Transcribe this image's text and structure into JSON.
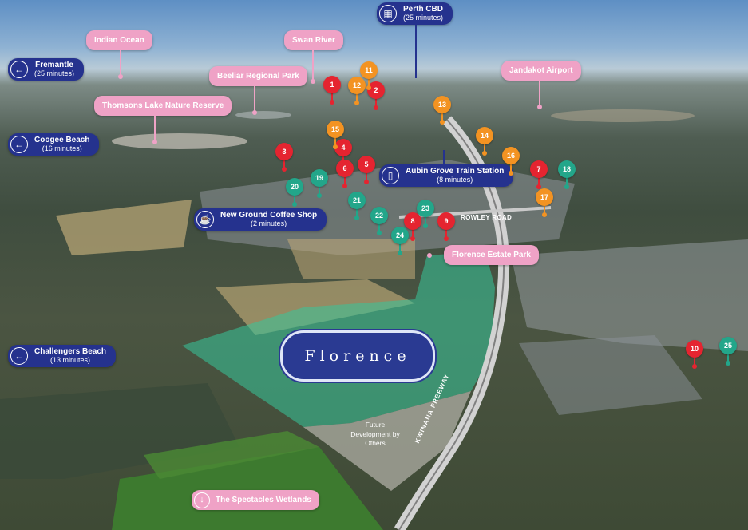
{
  "region": "Florence",
  "future_development": "Future Development by Others",
  "roads": {
    "rowley": "ROWLEY ROAD",
    "kwinana": "KWINANA FREEWAY"
  },
  "places": {
    "indian_ocean": "Indian Ocean",
    "swan_river": "Swan River",
    "beeliar": "Beeliar Regional Park",
    "thomsons_lake": "Thomsons Lake Nature Reserve",
    "jandakot": "Jandakot Airport",
    "florence_park": "Florence Estate Park",
    "spectacles": "The Spectacles Wetlands"
  },
  "destinations": {
    "perth": {
      "name": "Perth CBD",
      "time": "(25 minutes)"
    },
    "fremantle": {
      "name": "Fremantle",
      "time": "(25 minutes)"
    },
    "coogee": {
      "name": "Coogee Beach",
      "time": "(16 minutes)"
    },
    "aubin": {
      "name": "Aubin Grove Train Station",
      "time": "(8 minutes)"
    },
    "coffee": {
      "name": "New Ground Coffee Shop",
      "time": "(2 minutes)"
    },
    "challengers": {
      "name": "Challengers Beach",
      "time": "(13 minutes)"
    }
  },
  "pins": [
    {
      "id": "1",
      "color": "red"
    },
    {
      "id": "2",
      "color": "red"
    },
    {
      "id": "3",
      "color": "red"
    },
    {
      "id": "4",
      "color": "red"
    },
    {
      "id": "5",
      "color": "red"
    },
    {
      "id": "6",
      "color": "red"
    },
    {
      "id": "7",
      "color": "red"
    },
    {
      "id": "8",
      "color": "red"
    },
    {
      "id": "9",
      "color": "red"
    },
    {
      "id": "10",
      "color": "red"
    },
    {
      "id": "11",
      "color": "orange"
    },
    {
      "id": "12",
      "color": "orange"
    },
    {
      "id": "13",
      "color": "orange"
    },
    {
      "id": "14",
      "color": "orange"
    },
    {
      "id": "15",
      "color": "orange"
    },
    {
      "id": "16",
      "color": "orange"
    },
    {
      "id": "17",
      "color": "orange"
    },
    {
      "id": "18",
      "color": "teal"
    },
    {
      "id": "19",
      "color": "teal"
    },
    {
      "id": "20",
      "color": "teal"
    },
    {
      "id": "21",
      "color": "teal"
    },
    {
      "id": "22",
      "color": "teal"
    },
    {
      "id": "23",
      "color": "teal"
    },
    {
      "id": "24",
      "color": "teal"
    },
    {
      "id": "25",
      "color": "teal"
    }
  ],
  "colors": {
    "pink": "#efa2c6",
    "navy": "#25328e",
    "red": "#e52430",
    "orange": "#f39322",
    "teal": "#23a68a"
  }
}
